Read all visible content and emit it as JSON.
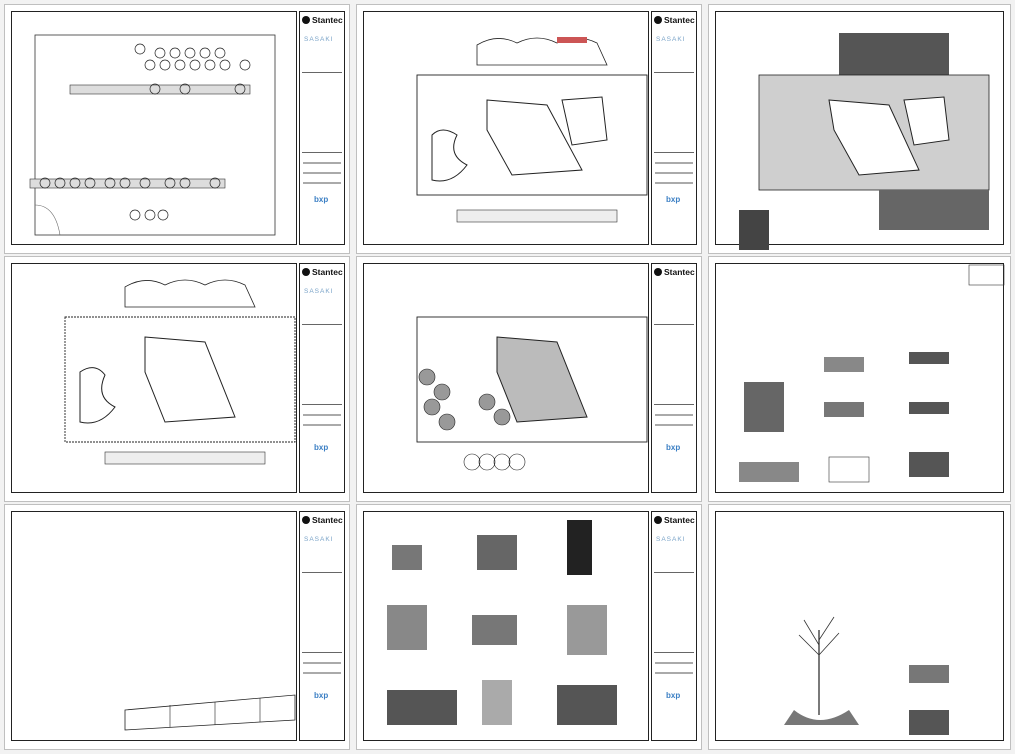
{
  "title_block": {
    "brand": "Stantec",
    "partner_1": "SASAKI",
    "partner_2": "bxp"
  },
  "sheets": [
    {
      "id": "sheet-1",
      "type": "site-plan-trees"
    },
    {
      "id": "sheet-2",
      "type": "site-plan-layout"
    },
    {
      "id": "sheet-3",
      "type": "site-plan-paving-hatch"
    },
    {
      "id": "sheet-4",
      "type": "site-plan-grading"
    },
    {
      "id": "sheet-5",
      "type": "site-plan-planting"
    },
    {
      "id": "sheet-6",
      "type": "paving-details"
    },
    {
      "id": "sheet-7",
      "type": "elevation"
    },
    {
      "id": "sheet-8",
      "type": "wall-and-seat-details"
    },
    {
      "id": "sheet-9",
      "type": "tree-planting-details"
    }
  ]
}
